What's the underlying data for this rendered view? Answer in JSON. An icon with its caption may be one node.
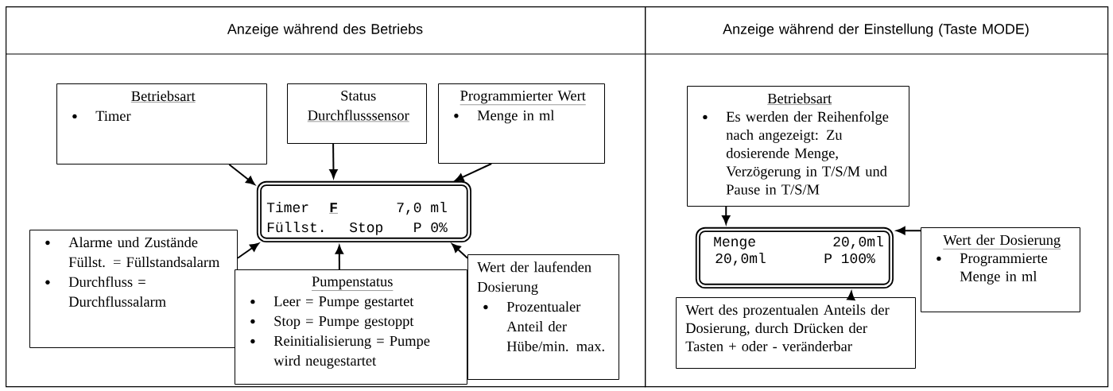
{
  "diagram": {
    "nodes": [
      {
        "text": [
          "Anzeige während des Betriebs"
        ]
      },
      {
        "text": [
          "Betriebsart",
          "Timer"
        ],
        "in": 0
      },
      {
        "text": [
          "Status",
          "Durchflusssensor"
        ],
        "in": 0
      },
      {
        "text": [
          "Programmierter Wert",
          "Menge in ml"
        ],
        "in": 0
      },
      {
        "text": [
          "Timer",
          "F",
          "7,0 ml",
          "Füllst.",
          "Stop",
          "P 0%"
        ],
        "in": 0
      },
      {
        "text": [
          "Alarme und Zustände Füllst. = Füllstandsalarm",
          "Durchfluss = Durchflussalarm"
        ],
        "in": 0
      },
      {
        "text": [
          "Pumpenstatus",
          "Leer = Pumpe gestartet",
          "Stop = Pumpe gestoppt",
          "Reinitialisierung = Pumpe wird neugestartet"
        ],
        "in": 0
      },
      {
        "text": [
          "Wert der laufenden Dosierung",
          "Prozentualer Anteil der Hübe/min. max."
        ],
        "in": 0
      },
      {
        "text": [
          "Anzeige während der Einstellung (Taste MODE)"
        ]
      },
      {
        "text": [
          "Betriebsart",
          "Es werden der Reihenfolge nach angezeigt: Zu dosierende Menge, Verzögerung in T/S/M und Pause in T/S/M"
        ],
        "in": 8
      },
      {
        "text": [
          "Menge",
          "20,0ml",
          "20,0ml",
          "P 100%"
        ],
        "in": 8
      },
      {
        "text": [
          "Wert der Dosierung",
          "Programmierte Menge in ml"
        ],
        "in": 8
      },
      {
        "text": [
          "Wert des prozentualen Anteils der Dosierung, durch Drücken der Tasten + oder - veränderbar"
        ],
        "in": 8
      }
    ],
    "edges": [
      {
        "from": 1,
        "to": 4,
        "arrow": "to"
      },
      {
        "from": 2,
        "to": 4,
        "arrow": "to"
      },
      {
        "from": 3,
        "to": 4,
        "arrow": "to"
      },
      {
        "from": 5,
        "to": 4,
        "arrow": "to"
      },
      {
        "from": 6,
        "to": 4,
        "arrow": "to"
      },
      {
        "from": 7,
        "to": 4,
        "arrow": "to"
      },
      {
        "from": 9,
        "to": 10,
        "arrow": "to"
      },
      {
        "from": 11,
        "to": 10,
        "arrow": "to"
      },
      {
        "from": 12,
        "to": 10,
        "arrow": "to"
      }
    ]
  }
}
